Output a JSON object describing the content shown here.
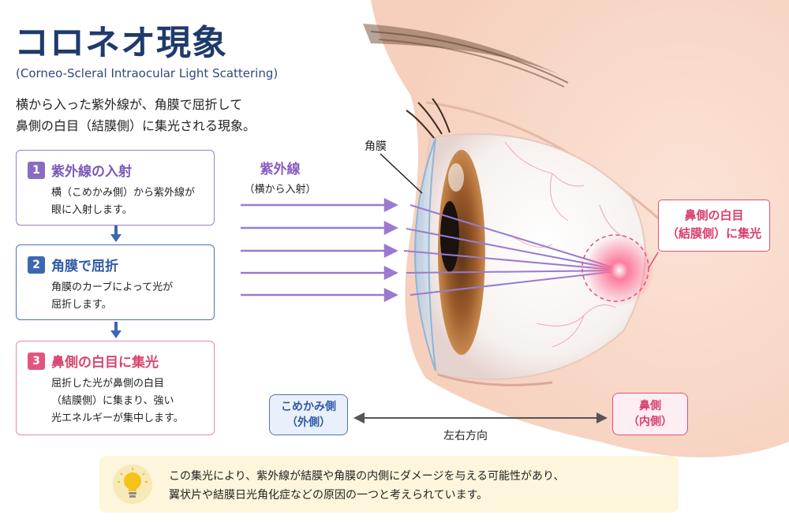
{
  "title": "コロネオ現象",
  "subtitle": "(Corneo-Scleral Intraocular Light Scattering)",
  "description": [
    "横から入った紫外線が、角膜で屈折して",
    "鼻側の白目（結膜側）に集光される現象。"
  ],
  "steps": [
    {
      "num": "1",
      "heading": "紫外線の入射",
      "body": [
        "横（こめかみ側）から紫外線が",
        "眼に入射します。"
      ],
      "color": "#8a6cc2"
    },
    {
      "num": "2",
      "heading": "角膜で屈折",
      "body": [
        "角膜のカーブによって光が",
        "屈折します。"
      ],
      "color": "#3f66b3"
    },
    {
      "num": "3",
      "heading": "鼻側の白目に集光",
      "body": [
        "屈折した光が鼻側の白目",
        "（結膜側）に集まり、強い",
        "光エネルギーが集中します。"
      ],
      "color": "#e2557f"
    }
  ],
  "uv_label": {
    "title": "紫外線",
    "sub": "（横から入射）"
  },
  "cornea_label": "角膜",
  "nasal_callout": [
    "鼻側の白目",
    "（結膜側）に集光"
  ],
  "temple_box": [
    "こめかみ側",
    "（外側）"
  ],
  "nose_box": [
    "鼻側",
    "（内側）"
  ],
  "direction_label": "左右方向",
  "note": [
    "この集光により、紫外線が結膜や角膜の内側にダメージを与える可能性があり、",
    "翼状片や結膜日光角化症などの原因の一つと考えられています。"
  ],
  "icons": {
    "tip": "lightbulb-icon"
  },
  "colors": {
    "purple": "#8a6cc2",
    "blue": "#3f66b3",
    "pink": "#e2557f",
    "navy": "#1f3a6b"
  }
}
